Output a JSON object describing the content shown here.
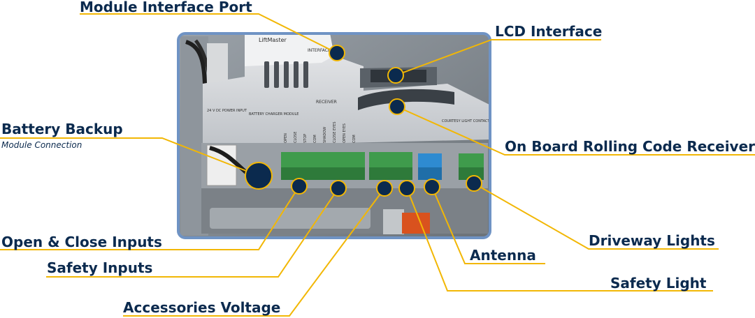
{
  "colors": {
    "label_text": "#0b2a4e",
    "leader_line": "#f2b705",
    "callout_dot": "#0b2a4e",
    "callout_dot_ring": "#f2b705",
    "photo_frame": "#6f93c4"
  },
  "callouts": [
    {
      "id": "module-interface-port",
      "label": "Module Interface Port"
    },
    {
      "id": "lcd-interface",
      "label": "LCD Interface"
    },
    {
      "id": "battery-backup",
      "label": "Battery Backup",
      "sublabel": "Module Connection"
    },
    {
      "id": "on-board-rolling-code-receiver",
      "label": "On Board Rolling Code Receiver"
    },
    {
      "id": "open-close-inputs",
      "label": "Open & Close Inputs"
    },
    {
      "id": "safety-inputs",
      "label": "Safety Inputs"
    },
    {
      "id": "accessories-voltage",
      "label": "Accessories Voltage"
    },
    {
      "id": "antenna",
      "label": "Antenna"
    },
    {
      "id": "driveway-lights",
      "label": "Driveway Lights"
    },
    {
      "id": "safety-light",
      "label": "Safety Light"
    }
  ],
  "board_print": {
    "brand": "LiftMaster",
    "power_input": "24 V DC POWER INPUT",
    "battery_module": "BATTERY CHARGER MODULE",
    "interface_tag": "INTERFACE",
    "receiver_tag": "RECEIVER",
    "courtesy_light": "COURTESY LIGHT CONTACT",
    "terminal_labels": [
      "OPEN",
      "CLOSE",
      "STOP",
      "COM",
      "SHADOW",
      "CLOSE EYES",
      "OPEN EYES",
      "COM"
    ]
  }
}
